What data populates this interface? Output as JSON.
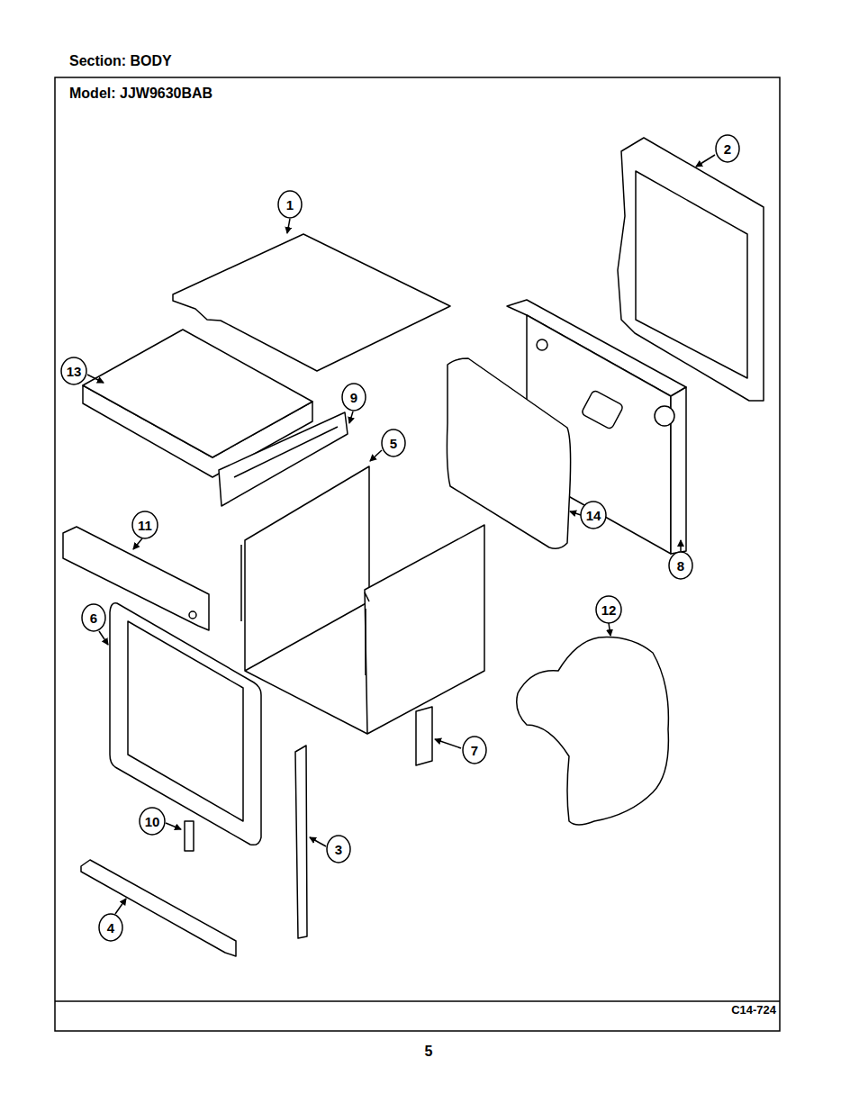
{
  "diagram": {
    "title": "Section: BODY",
    "labels": [
      "1",
      "2",
      "3",
      "4",
      "5",
      "6",
      "7",
      "8",
      "9",
      "10",
      "11",
      "12",
      "13",
      "14",
      "Model: JJW9630BAB",
      "C14-724",
      "5"
    ]
  }
}
